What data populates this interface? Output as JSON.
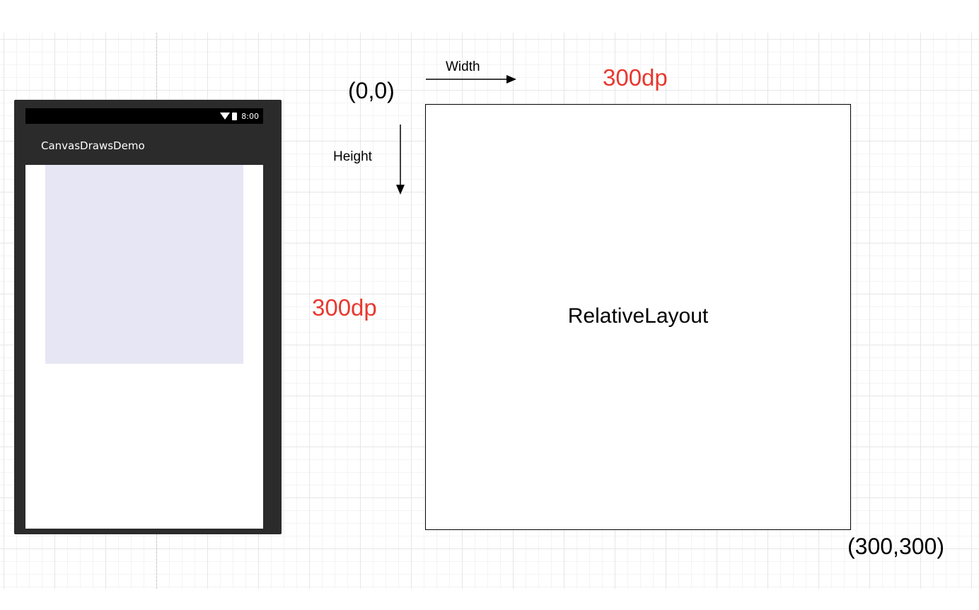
{
  "phone": {
    "status_time": "8:00",
    "app_title": "CanvasDrawsDemo",
    "status_icons": [
      "wifi-icon",
      "battery-icon"
    ],
    "content_box_color": "#e6e6f4"
  },
  "diagram": {
    "origin_label": "(0,0)",
    "end_label": "(300,300)",
    "width_label": "Width",
    "height_label": "Height",
    "width_dim": "300dp",
    "height_dim": "300dp",
    "box_label": "RelativeLayout",
    "dim_color": "#e8382f"
  }
}
